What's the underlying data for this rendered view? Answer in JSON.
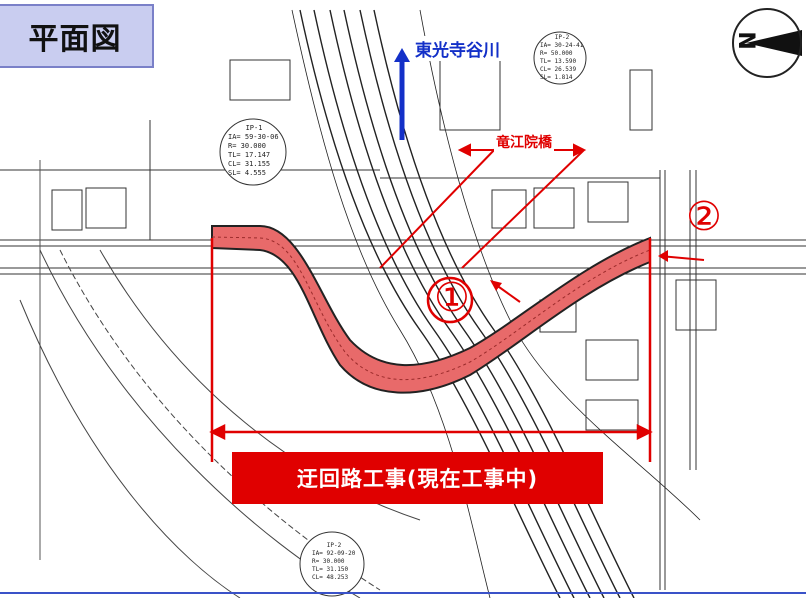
{
  "title": "平面図",
  "labels": {
    "river": "東光寺谷川",
    "bridge": "竜江院橋",
    "point1": "①",
    "point2": "②",
    "bypass_work": "迂回路工事(現在工事中)"
  },
  "ip_tables": [
    {
      "id": "IP-1",
      "IA": "59-30-06",
      "R": "30.000",
      "TL": "17.147",
      "CL": "31.155",
      "SL": "4.555"
    },
    {
      "id": "IP-2",
      "IA": "30-24-41",
      "R": "50.000",
      "TL": "13.590",
      "CL": "26.539",
      "SL": "1.814"
    },
    {
      "id": "IP-2",
      "IA": "92-09-20",
      "R": "30.000",
      "TL": "31.150",
      "CL": "48.253",
      "SL": ""
    }
  ],
  "north_symbol": "N",
  "colors": {
    "annotation_red": "#e00000",
    "river_blue": "#1330c8",
    "title_box": "#c9cdf0",
    "bypass_fill": "#e86a6a"
  }
}
